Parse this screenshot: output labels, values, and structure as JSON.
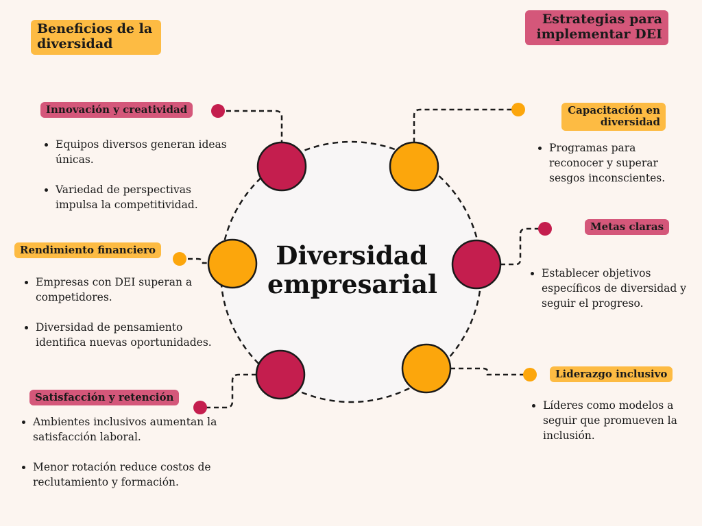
{
  "sections": {
    "left": "Beneficios de la diversidad",
    "right": "Estrategias para implementar DEI"
  },
  "center": {
    "line1": "Diversidad",
    "line2": "empresarial"
  },
  "nodes": {
    "innovacion": {
      "title": "Innovación y creatividad",
      "bullets": [
        "Equipos diversos generan ideas únicas.",
        "Variedad de perspectivas impulsa la competitividad."
      ]
    },
    "rendimiento": {
      "title": "Rendimiento financiero",
      "bullets": [
        "Empresas con DEI superan a competidores.",
        "Diversidad de pensamiento identifica nuevas oportunidades."
      ]
    },
    "satisfaccion": {
      "title": "Satisfacción y retención",
      "bullets": [
        "Ambientes inclusivos aumentan la satisfacción laboral.",
        "Menor rotación reduce costos de reclutamiento y formación."
      ]
    },
    "capacitacion": {
      "title": "Capacitación en diversidad",
      "bullets": [
        "Programas para reconocer y superar sesgos inconscientes."
      ]
    },
    "metas": {
      "title": "Metas claras",
      "bullets": [
        "Establecer objetivos específicos de diversidad y seguir el progreso."
      ]
    },
    "liderazgo": {
      "title": "Liderazgo inclusivo",
      "bullets": [
        "Líderes como modelos a seguir que promueven la inclusión."
      ]
    }
  },
  "colors": {
    "background": "#fcf5f0",
    "crimson": "#c41e4e",
    "orange": "#fca60c",
    "tag_yellow": "#fdbb43",
    "tag_pink": "#d4577a",
    "stroke": "#1a1a1a"
  }
}
